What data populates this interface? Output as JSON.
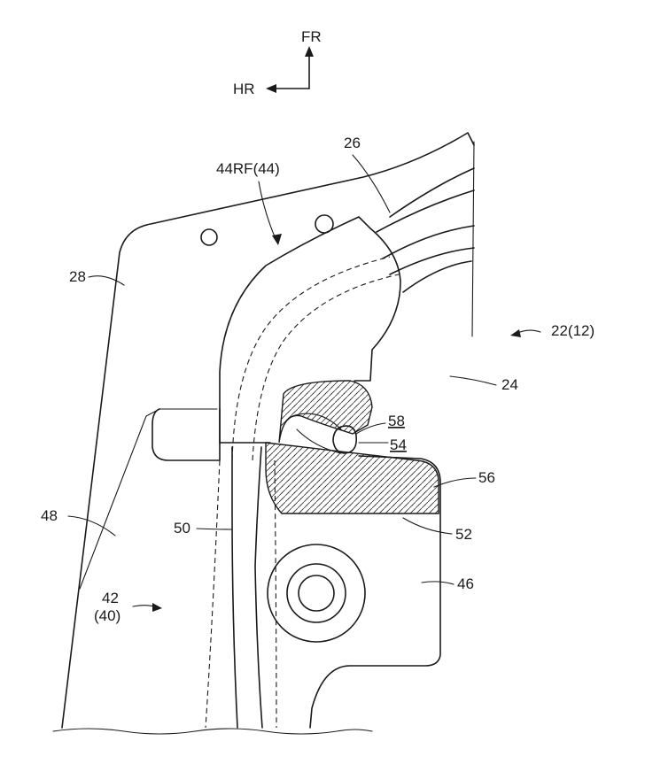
{
  "labels": {
    "fr": "FR",
    "hr": "HR",
    "l26": "26",
    "l44rf": "44RF(44)",
    "l28": "28",
    "l22": "22(12)",
    "l24": "24",
    "l58": "58",
    "l54": "54",
    "l56": "56",
    "l48": "48",
    "l50": "50",
    "l52": "52",
    "l46": "46",
    "l42": "42",
    "l40": "(40)"
  }
}
